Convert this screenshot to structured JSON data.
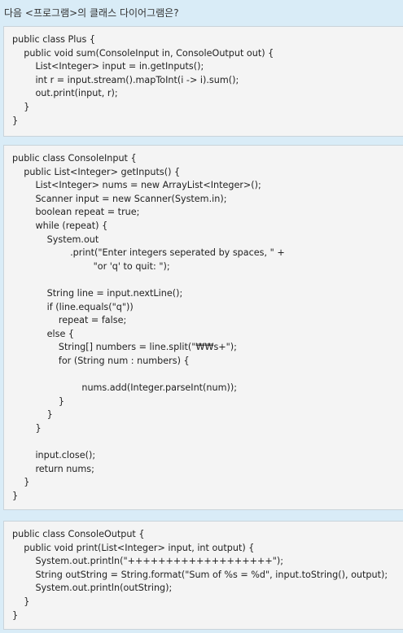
{
  "question": "다음 <프로그램>의 클래스 다이어그램은?",
  "snippets": [
    {
      "lines": [
        "public class Plus {",
        "    public void sum(ConsoleInput in, ConsoleOutput out) {",
        "        List<Integer> input = in.getInputs();",
        "        int r = input.stream().mapToInt(i -> i).sum();",
        "        out.print(input, r);",
        "    }",
        "}"
      ]
    },
    {
      "lines": [
        "public class ConsoleInput {",
        "    public List<Integer> getInputs() {",
        "        List<Integer> nums = new ArrayList<Integer>();",
        "        Scanner input = new Scanner(System.in);",
        "        boolean repeat = true;",
        "        while (repeat) {",
        "            System.out",
        "                    .print(\"Enter integers seperated by spaces, \" +",
        "                            \"or 'q' to quit: \");",
        "",
        "            String line = input.nextLine();",
        "            if (line.equals(\"q\"))",
        "                repeat = false;",
        "            else {",
        "                String[] numbers = line.split(\"₩₩s+\");",
        "                for (String num : numbers) {",
        "",
        "                        nums.add(Integer.parseInt(num));",
        "                }",
        "            }",
        "        }",
        "",
        "        input.close();",
        "        return nums;",
        "    }",
        "}"
      ]
    },
    {
      "lines": [
        "public class ConsoleOutput {",
        "    public void print(List<Integer> input, int output) {",
        "        System.out.println(\"+++++++++++++++++++\");",
        "        String outString = String.format(\"Sum of %s = %d\", input.toString(), output);",
        "        System.out.println(outString);",
        "    }",
        "}"
      ]
    }
  ]
}
